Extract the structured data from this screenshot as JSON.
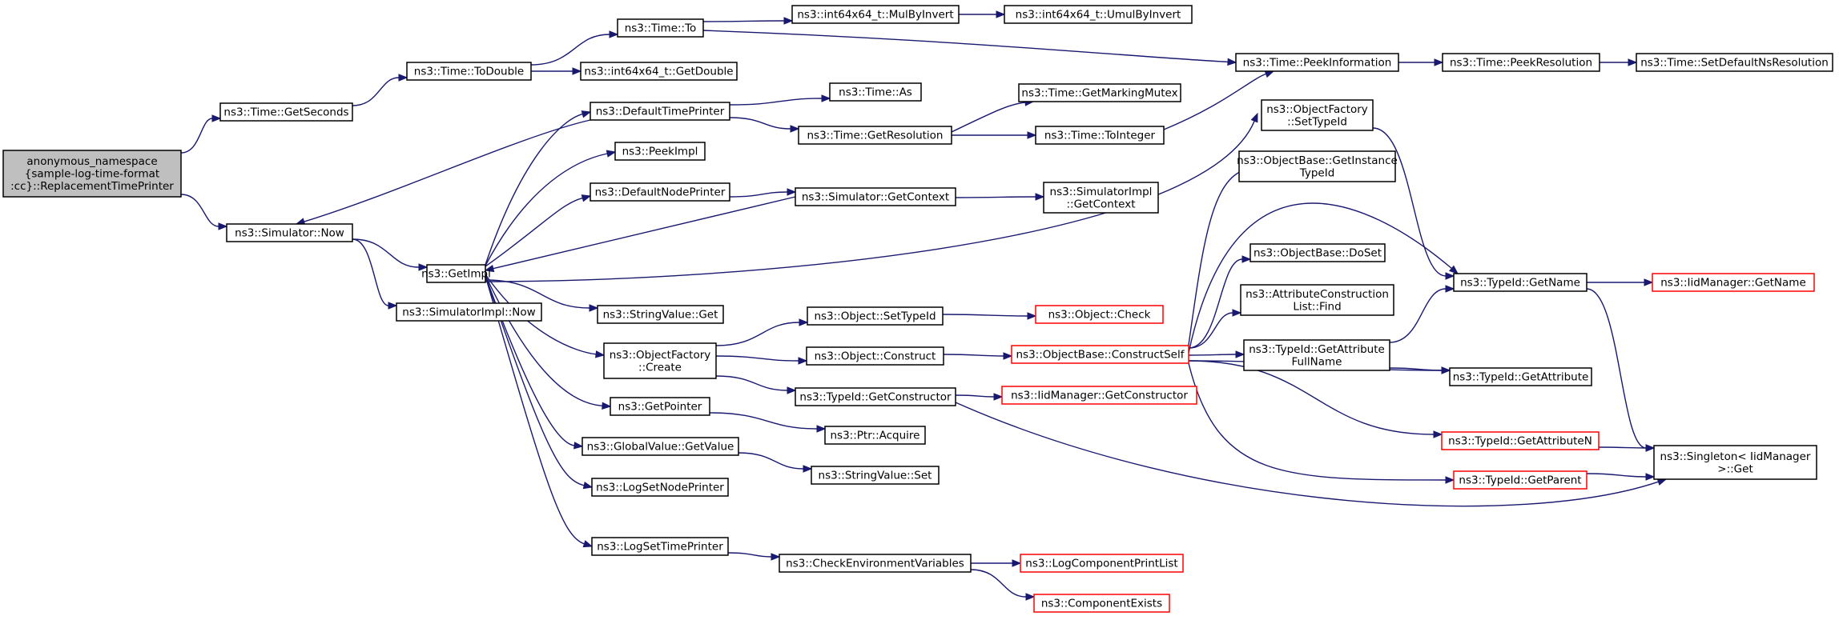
{
  "graph": {
    "nodes": [
      {
        "id": "root",
        "lines": [
          "anonymous_namespace",
          "{sample-log-time-format",
          ":cc}::ReplacementTimePrinter"
        ],
        "style": "root"
      },
      {
        "id": "getSeconds",
        "lines": [
          "ns3::Time::GetSeconds"
        ]
      },
      {
        "id": "simNow",
        "lines": [
          "ns3::Simulator::Now"
        ]
      },
      {
        "id": "toDouble",
        "lines": [
          "ns3::Time::ToDouble"
        ]
      },
      {
        "id": "getImpl",
        "lines": [
          "ns3::GetImpl"
        ]
      },
      {
        "id": "simImplNow",
        "lines": [
          "ns3::SimulatorImpl::Now"
        ]
      },
      {
        "id": "timeTo",
        "lines": [
          "ns3::Time::To"
        ]
      },
      {
        "id": "i64GetDouble",
        "lines": [
          "ns3::int64x64_t::GetDouble"
        ]
      },
      {
        "id": "defTimePrinter",
        "lines": [
          "ns3::DefaultTimePrinter"
        ]
      },
      {
        "id": "peekImpl",
        "lines": [
          "ns3::PeekImpl"
        ]
      },
      {
        "id": "defNodePrinter",
        "lines": [
          "ns3::DefaultNodePrinter"
        ]
      },
      {
        "id": "strValGet",
        "lines": [
          "ns3::StringValue::Get"
        ]
      },
      {
        "id": "ofCreate",
        "lines": [
          "ns3::ObjectFactory",
          "::Create"
        ]
      },
      {
        "id": "getPointer",
        "lines": [
          "ns3::GetPointer"
        ]
      },
      {
        "id": "gvGetValue",
        "lines": [
          "ns3::GlobalValue::GetValue"
        ]
      },
      {
        "id": "logSetNode",
        "lines": [
          "ns3::LogSetNodePrinter"
        ]
      },
      {
        "id": "logSetTime",
        "lines": [
          "ns3::LogSetTimePrinter"
        ]
      },
      {
        "id": "mulByInvert",
        "lines": [
          "ns3::int64x64_t::MulByInvert"
        ]
      },
      {
        "id": "timeAs",
        "lines": [
          "ns3::Time::As"
        ]
      },
      {
        "id": "getResolution",
        "lines": [
          "ns3::Time::GetResolution"
        ]
      },
      {
        "id": "simGetContext",
        "lines": [
          "ns3::Simulator::GetContext"
        ]
      },
      {
        "id": "objSetTypeId",
        "lines": [
          "ns3::Object::SetTypeId"
        ]
      },
      {
        "id": "objConstruct",
        "lines": [
          "ns3::Object::Construct"
        ]
      },
      {
        "id": "tidGetCtor",
        "lines": [
          "ns3::TypeId::GetConstructor"
        ]
      },
      {
        "id": "ptrAcquire",
        "lines": [
          "ns3::Ptr::Acquire"
        ]
      },
      {
        "id": "strValSet",
        "lines": [
          "ns3::StringValue::Set"
        ]
      },
      {
        "id": "checkEnv",
        "lines": [
          "ns3::CheckEnvironmentVariables"
        ]
      },
      {
        "id": "umulByInvert",
        "lines": [
          "ns3::int64x64_t::UmulByInvert"
        ]
      },
      {
        "id": "getMarkingMutex",
        "lines": [
          "ns3::Time::GetMarkingMutex"
        ]
      },
      {
        "id": "toInteger",
        "lines": [
          "ns3::Time::ToInteger"
        ]
      },
      {
        "id": "simImplGetContext",
        "lines": [
          "ns3::SimulatorImpl",
          "::GetContext"
        ]
      },
      {
        "id": "objCheck",
        "lines": [
          "ns3::Object::Check"
        ],
        "style": "red"
      },
      {
        "id": "constructSelf",
        "lines": [
          "ns3::ObjectBase::ConstructSelf"
        ],
        "style": "red"
      },
      {
        "id": "iidGetCtor",
        "lines": [
          "ns3::IidManager::GetConstructor"
        ],
        "style": "red"
      },
      {
        "id": "logCompPrintList",
        "lines": [
          "ns3::LogComponentPrintList"
        ],
        "style": "red"
      },
      {
        "id": "compExists",
        "lines": [
          "ns3::ComponentExists"
        ],
        "style": "red"
      },
      {
        "id": "peekInformation",
        "lines": [
          "ns3::Time::PeekInformation"
        ]
      },
      {
        "id": "ofSetTypeId",
        "lines": [
          "ns3::ObjectFactory",
          "::SetTypeId"
        ]
      },
      {
        "id": "obGetInstTid",
        "lines": [
          "ns3::ObjectBase::GetInstance",
          "TypeId"
        ]
      },
      {
        "id": "obDoSet",
        "lines": [
          "ns3::ObjectBase::DoSet"
        ]
      },
      {
        "id": "attrConstrFind",
        "lines": [
          "ns3::AttributeConstruction",
          "List::Find"
        ]
      },
      {
        "id": "tidGetAttrFull",
        "lines": [
          "ns3::TypeId::GetAttribute",
          "FullName"
        ]
      },
      {
        "id": "peekResolution",
        "lines": [
          "ns3::Time::PeekResolution"
        ]
      },
      {
        "id": "tidGetName",
        "lines": [
          "ns3::TypeId::GetName"
        ]
      },
      {
        "id": "tidGetAttribute",
        "lines": [
          "ns3::TypeId::GetAttribute"
        ]
      },
      {
        "id": "tidGetAttrN",
        "lines": [
          "ns3::TypeId::GetAttributeN"
        ],
        "style": "red"
      },
      {
        "id": "tidGetParent",
        "lines": [
          "ns3::TypeId::GetParent"
        ],
        "style": "red"
      },
      {
        "id": "setDefaultNsRes",
        "lines": [
          "ns3::Time::SetDefaultNsResolution"
        ]
      },
      {
        "id": "iidGetName",
        "lines": [
          "ns3::IidManager::GetName"
        ],
        "style": "red"
      },
      {
        "id": "singletonGet",
        "lines": [
          "ns3::Singleton< IidManager",
          ">::Get"
        ]
      }
    ],
    "edges": [
      [
        "root",
        "getSeconds"
      ],
      [
        "root",
        "simNow"
      ],
      [
        "getSeconds",
        "toDouble"
      ],
      [
        "toDouble",
        "timeTo"
      ],
      [
        "toDouble",
        "i64GetDouble"
      ],
      [
        "timeTo",
        "mulByInvert"
      ],
      [
        "timeTo",
        "peekInformation"
      ],
      [
        "mulByInvert",
        "umulByInvert"
      ],
      [
        "simNow",
        "getImpl"
      ],
      [
        "simNow",
        "simImplNow"
      ],
      [
        "defTimePrinter",
        "simNow"
      ],
      [
        "getImpl",
        "defTimePrinter"
      ],
      [
        "getImpl",
        "peekImpl"
      ],
      [
        "getImpl",
        "defNodePrinter"
      ],
      [
        "getImpl",
        "strValGet"
      ],
      [
        "getImpl",
        "ofCreate"
      ],
      [
        "getImpl",
        "getPointer"
      ],
      [
        "getImpl",
        "gvGetValue"
      ],
      [
        "getImpl",
        "logSetNode"
      ],
      [
        "getImpl",
        "logSetTime"
      ],
      [
        "getImpl",
        "ofSetTypeId"
      ],
      [
        "simGetContext",
        "getImpl"
      ],
      [
        "defTimePrinter",
        "timeAs"
      ],
      [
        "defTimePrinter",
        "getResolution"
      ],
      [
        "getResolution",
        "getMarkingMutex"
      ],
      [
        "getResolution",
        "toInteger"
      ],
      [
        "toInteger",
        "peekInformation"
      ],
      [
        "peekInformation",
        "peekResolution"
      ],
      [
        "peekResolution",
        "setDefaultNsRes"
      ],
      [
        "defNodePrinter",
        "simGetContext"
      ],
      [
        "simGetContext",
        "simImplGetContext"
      ],
      [
        "ofCreate",
        "objSetTypeId"
      ],
      [
        "ofCreate",
        "objConstruct"
      ],
      [
        "ofCreate",
        "tidGetCtor"
      ],
      [
        "objSetTypeId",
        "objCheck"
      ],
      [
        "objConstruct",
        "constructSelf"
      ],
      [
        "tidGetCtor",
        "iidGetCtor"
      ],
      [
        "tidGetCtor",
        "singletonGet"
      ],
      [
        "getPointer",
        "ptrAcquire"
      ],
      [
        "gvGetValue",
        "strValSet"
      ],
      [
        "logSetTime",
        "checkEnv"
      ],
      [
        "checkEnv",
        "logCompPrintList"
      ],
      [
        "checkEnv",
        "compExists"
      ],
      [
        "constructSelf",
        "obGetInstTid"
      ],
      [
        "constructSelf",
        "obDoSet"
      ],
      [
        "constructSelf",
        "attrConstrFind"
      ],
      [
        "constructSelf",
        "tidGetAttrFull"
      ],
      [
        "constructSelf",
        "tidGetName"
      ],
      [
        "constructSelf",
        "tidGetAttribute"
      ],
      [
        "constructSelf",
        "tidGetAttrN"
      ],
      [
        "constructSelf",
        "tidGetParent"
      ],
      [
        "ofSetTypeId",
        "tidGetName"
      ],
      [
        "tidGetAttrFull",
        "tidGetName"
      ],
      [
        "tidGetAttrFull",
        "tidGetAttribute"
      ],
      [
        "tidGetName",
        "iidGetName"
      ],
      [
        "tidGetName",
        "singletonGet"
      ],
      [
        "tidGetAttrN",
        "singletonGet"
      ],
      [
        "tidGetParent",
        "singletonGet"
      ]
    ]
  }
}
